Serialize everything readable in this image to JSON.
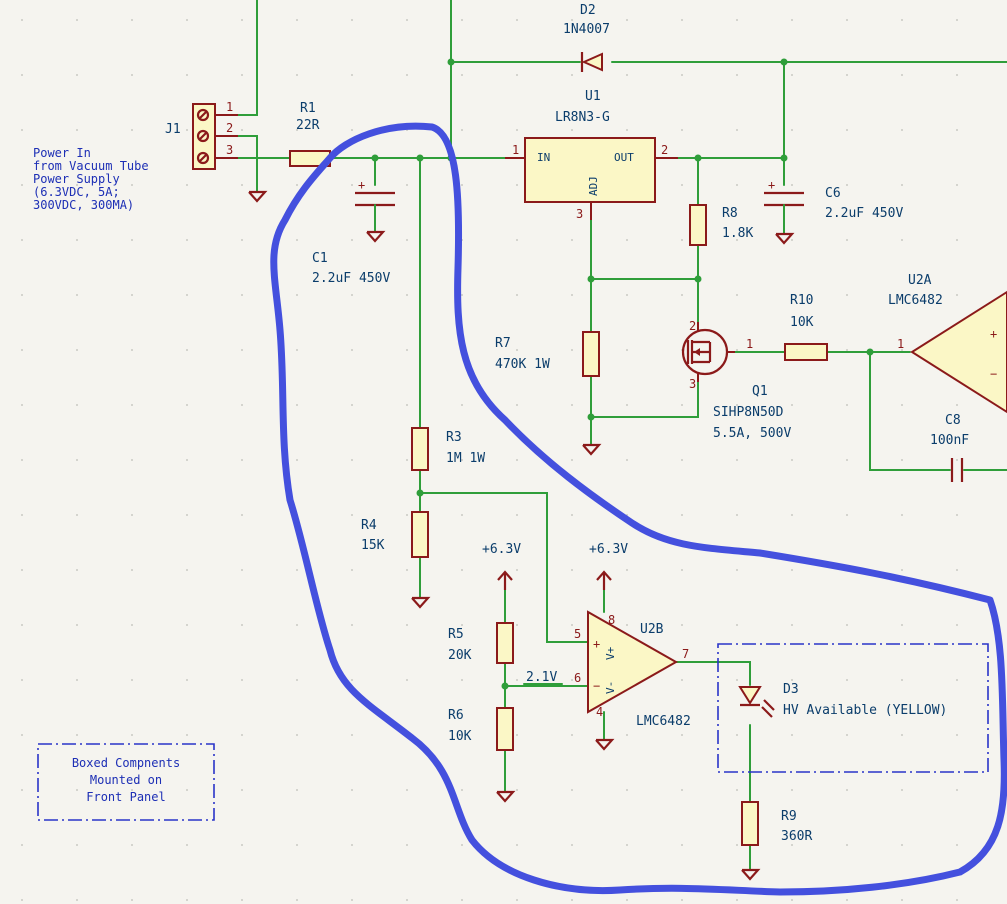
{
  "components": {
    "J1": {
      "ref": "J1",
      "pins": [
        "1",
        "2",
        "3"
      ]
    },
    "R1": {
      "ref": "R1",
      "value": "22R"
    },
    "D2": {
      "ref": "D2",
      "value": "1N4007"
    },
    "U1": {
      "ref": "U1",
      "value": "LR8N3-G",
      "pin_in": "IN",
      "pin_out": "OUT",
      "pin_adj": "ADJ",
      "pin1": "1",
      "pin2": "2",
      "pin3": "3"
    },
    "C1": {
      "ref": "C1",
      "value": "2.2uF 450V"
    },
    "C6": {
      "ref": "C6",
      "value": "2.2uF 450V"
    },
    "R8": {
      "ref": "R8",
      "value": "1.8K"
    },
    "R7": {
      "ref": "R7",
      "value": "470K 1W"
    },
    "Q1": {
      "ref": "Q1",
      "value": "SIHP8N50D",
      "rating": "5.5A, 500V",
      "pin1": "1",
      "pin2": "2",
      "pin3": "3"
    },
    "R10": {
      "ref": "R10",
      "value": "10K"
    },
    "U2A": {
      "ref": "U2A",
      "value": "LMC6482",
      "pin1": "1"
    },
    "C8": {
      "ref": "C8",
      "value": "100nF"
    },
    "R3": {
      "ref": "R3",
      "value": "1M 1W"
    },
    "R4": {
      "ref": "R4",
      "value": "15K"
    },
    "R5": {
      "ref": "R5",
      "value": "20K"
    },
    "R6": {
      "ref": "R6",
      "value": "10K"
    },
    "U2B": {
      "ref": "U2B",
      "value": "LMC6482",
      "pin4": "4",
      "pin5": "5",
      "pin6": "6",
      "pin7": "7",
      "pin8": "8",
      "v_plus": "V+",
      "v_minus": "V-"
    },
    "D3": {
      "ref": "D3",
      "value": "HV Available (YELLOW)"
    },
    "R9": {
      "ref": "R9",
      "value": "360R"
    }
  },
  "power_labels": {
    "p1": "+6.3V",
    "p2": "+6.3V"
  },
  "net_labels": {
    "n1": "2.1V"
  },
  "notes": {
    "power_in": [
      "Power In",
      "from Vacuum Tube",
      "Power Supply",
      "(6.3VDC, 5A;",
      "300VDC, 300MA)"
    ],
    "front_panel": [
      "Boxed Compnents",
      "Mounted on",
      "Front Panel"
    ]
  },
  "colors": {
    "wire": "#2f9e3a",
    "component": "#8b1a1a",
    "body_fill": "#fbf7c6",
    "text": "#0b3d6b",
    "annotation": "#4450de"
  }
}
